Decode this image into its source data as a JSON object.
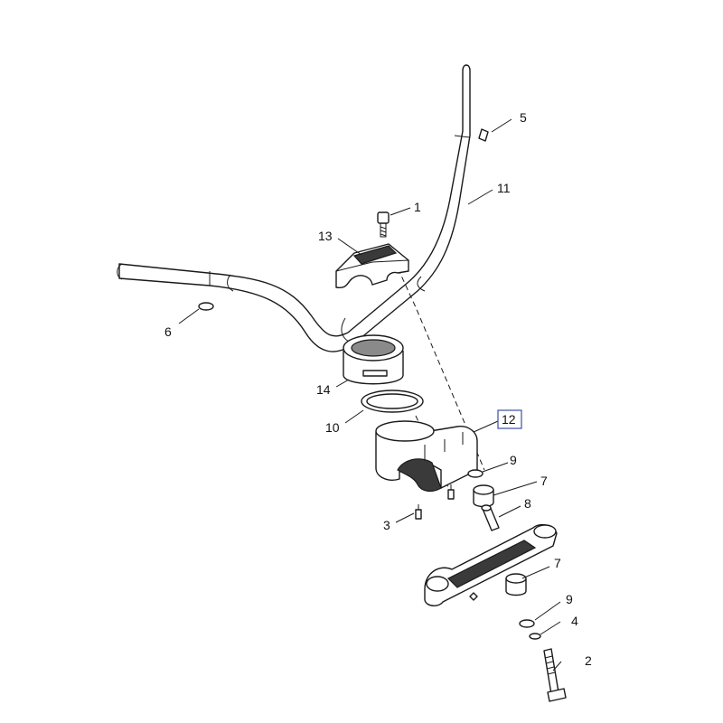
{
  "diagram": {
    "callouts": [
      {
        "id": "c1",
        "label": "1"
      },
      {
        "id": "c2",
        "label": "2"
      },
      {
        "id": "c3",
        "label": "3"
      },
      {
        "id": "c4",
        "label": "4"
      },
      {
        "id": "c5",
        "label": "5"
      },
      {
        "id": "c6",
        "label": "6"
      },
      {
        "id": "c7a",
        "label": "7"
      },
      {
        "id": "c7b",
        "label": "7"
      },
      {
        "id": "c8",
        "label": "8"
      },
      {
        "id": "c9a",
        "label": "9"
      },
      {
        "id": "c9b",
        "label": "9"
      },
      {
        "id": "c10",
        "label": "10"
      },
      {
        "id": "c11",
        "label": "11"
      },
      {
        "id": "c12",
        "label": "12",
        "highlighted": true
      },
      {
        "id": "c13",
        "label": "13"
      },
      {
        "id": "c14",
        "label": "14"
      }
    ],
    "colors": {
      "line": "#1a1a1a",
      "highlight_box": "#3a4fa8",
      "dark_fill": "#3a3a3a"
    }
  }
}
